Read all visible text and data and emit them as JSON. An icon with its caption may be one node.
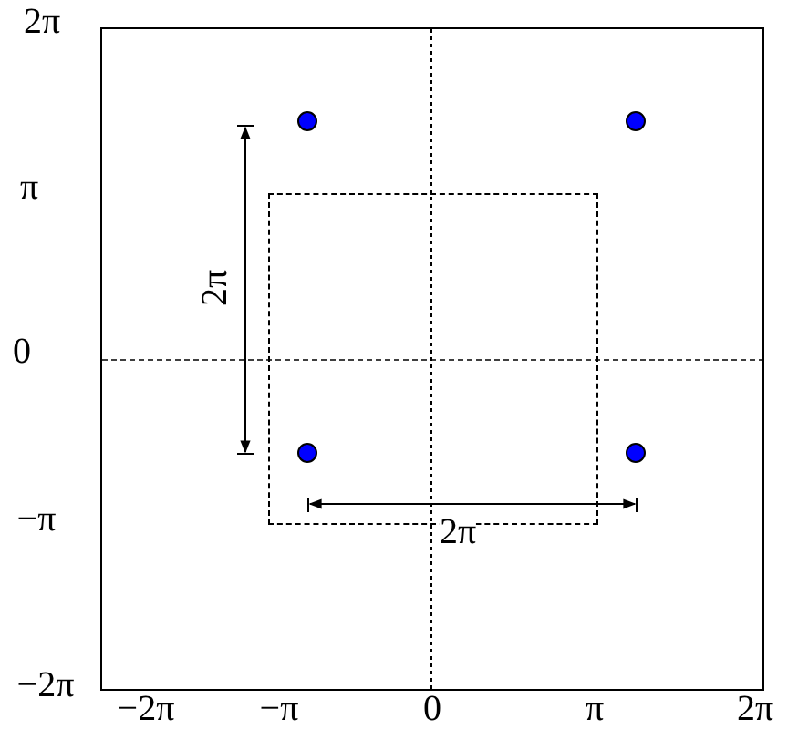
{
  "diagram": {
    "nodes": [
      {
        "text": [],
        "shape": "circle"
      },
      {
        "text": [],
        "shape": "circle"
      },
      {
        "text": [],
        "shape": "box"
      },
      {
        "text": [],
        "shape": "circle",
        "in": 2
      },
      {
        "text": [],
        "shape": "circle"
      }
    ],
    "edges": [],
    "labels": [
      "2π",
      "π",
      "2π",
      "0",
      "2π",
      "−π",
      "−2π",
      "−2π",
      "−π",
      "0",
      "π",
      "2π"
    ]
  }
}
